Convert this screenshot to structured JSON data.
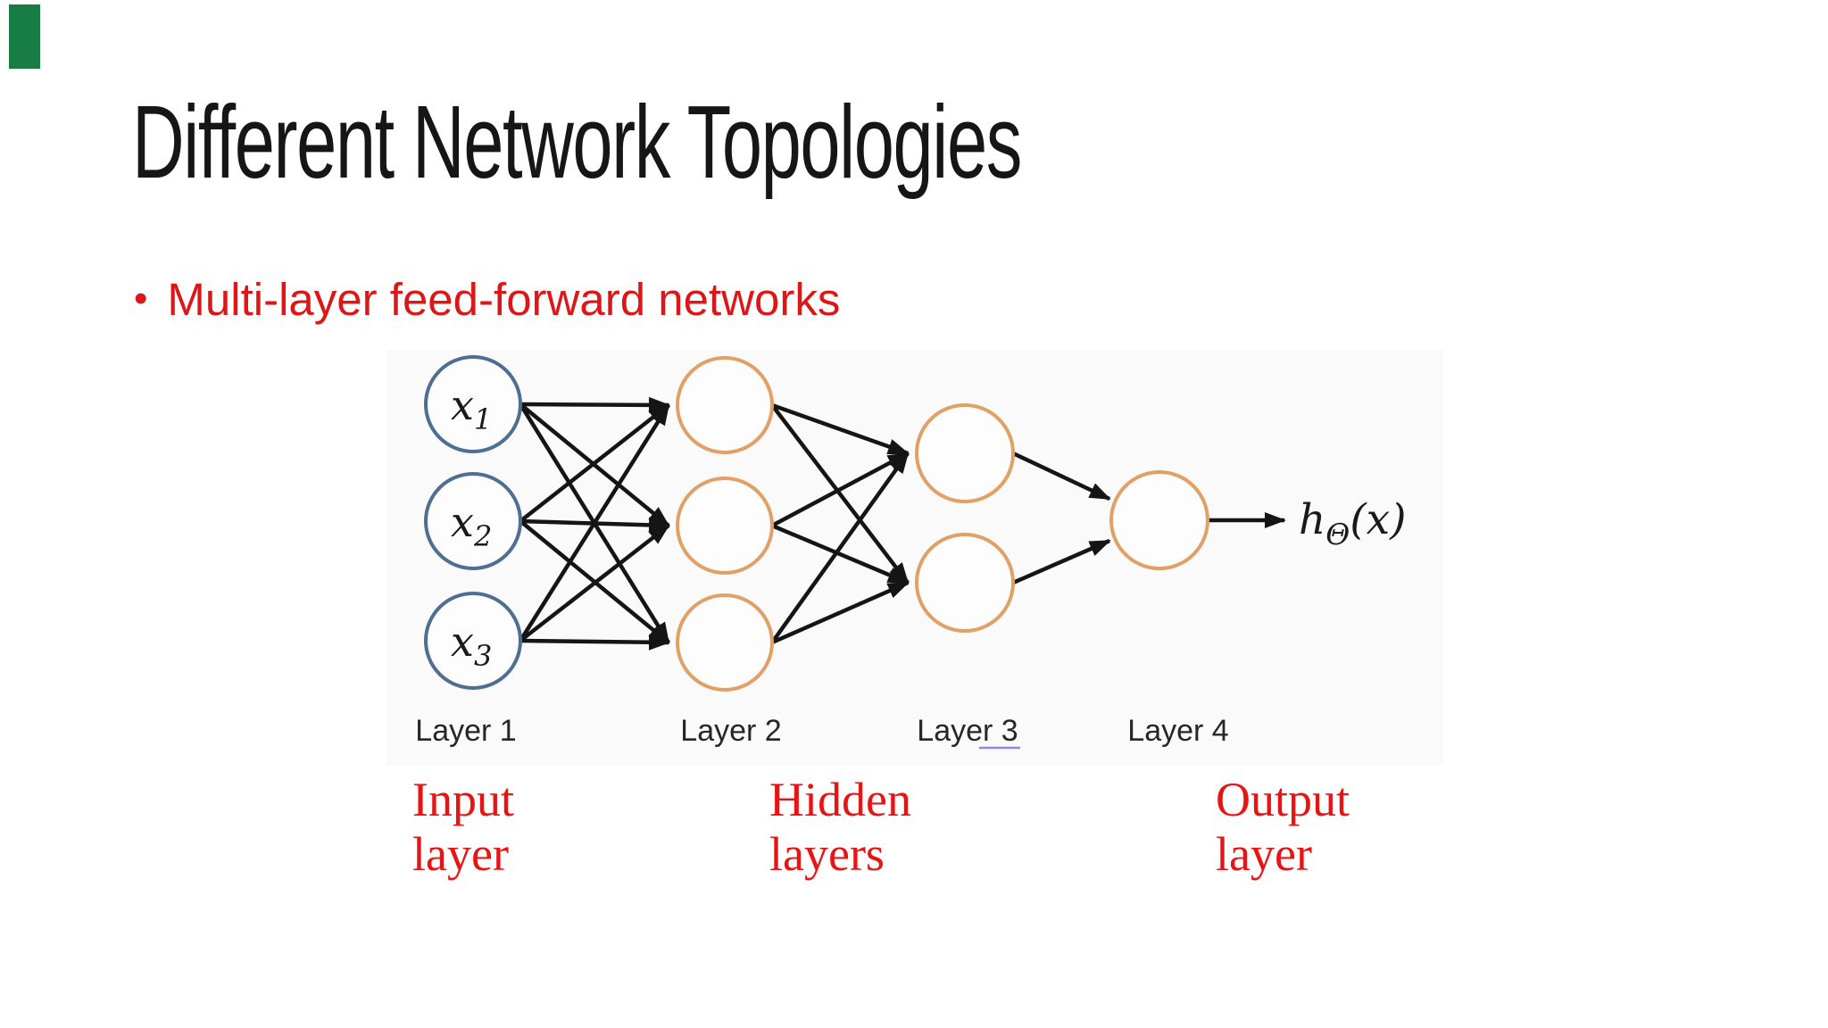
{
  "slide": {
    "title": "Different Network Topologies",
    "bullet_marker": "•",
    "bullet": "Multi-layer feed-forward networks"
  },
  "colors": {
    "title_text": "#161616",
    "bullet_red": "#dd1717",
    "annotation_red": "#e81414",
    "input_node_stroke": "#4e6f91",
    "hidden_node_stroke": "#e0a066",
    "edge_black": "#151515",
    "diagram_background": "#fafafa",
    "layer_label_gray": "#262626",
    "layer3_underline": "#7f74e0",
    "corner_marker_green": "#187c45"
  },
  "diagram": {
    "layer_labels": [
      "Layer 1",
      "Layer 2",
      "Layer 3",
      "Layer 4"
    ],
    "input_nodes": [
      {
        "base": "x",
        "sub": "1"
      },
      {
        "base": "x",
        "sub": "2"
      },
      {
        "base": "x",
        "sub": "3"
      }
    ],
    "output_label": {
      "base": "h",
      "sub": "Θ",
      "arg": "(x)"
    },
    "annotations": [
      {
        "line1": "Input",
        "line2": "layer"
      },
      {
        "line1": "Hidden",
        "line2": "layers"
      },
      {
        "line1": "Output",
        "line2": "layer"
      }
    ]
  }
}
